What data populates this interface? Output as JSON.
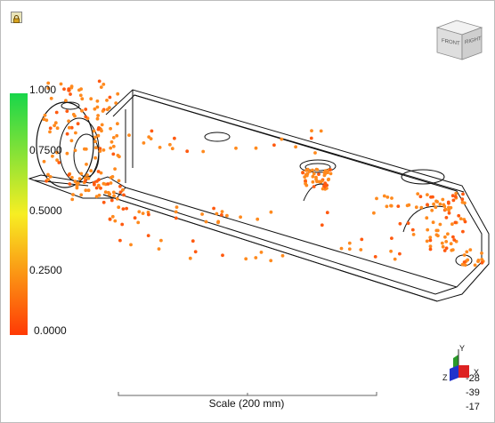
{
  "legend": {
    "labels": [
      "1.000",
      "0.7500",
      "0.5000",
      "0.2500",
      "0.0000"
    ],
    "colors": {
      "top": "#18d64a",
      "mid": "#f7ee23",
      "bottom": "#ff3a05"
    }
  },
  "view_cube": {
    "front": "FRONT",
    "right": "RIGHT"
  },
  "scale": {
    "label": "Scale (200 mm)"
  },
  "triad": {
    "y": "Y",
    "z": "Z",
    "x": "X"
  },
  "coords": [
    "-28",
    "-39",
    "-17"
  ],
  "icons": {
    "lock": "lock-icon",
    "cube": "view-cube-icon",
    "triad": "axis-triad-icon"
  },
  "colors": {
    "points": "#ff8a1e",
    "wire": "#111111",
    "frame": "#bdbdbd"
  }
}
